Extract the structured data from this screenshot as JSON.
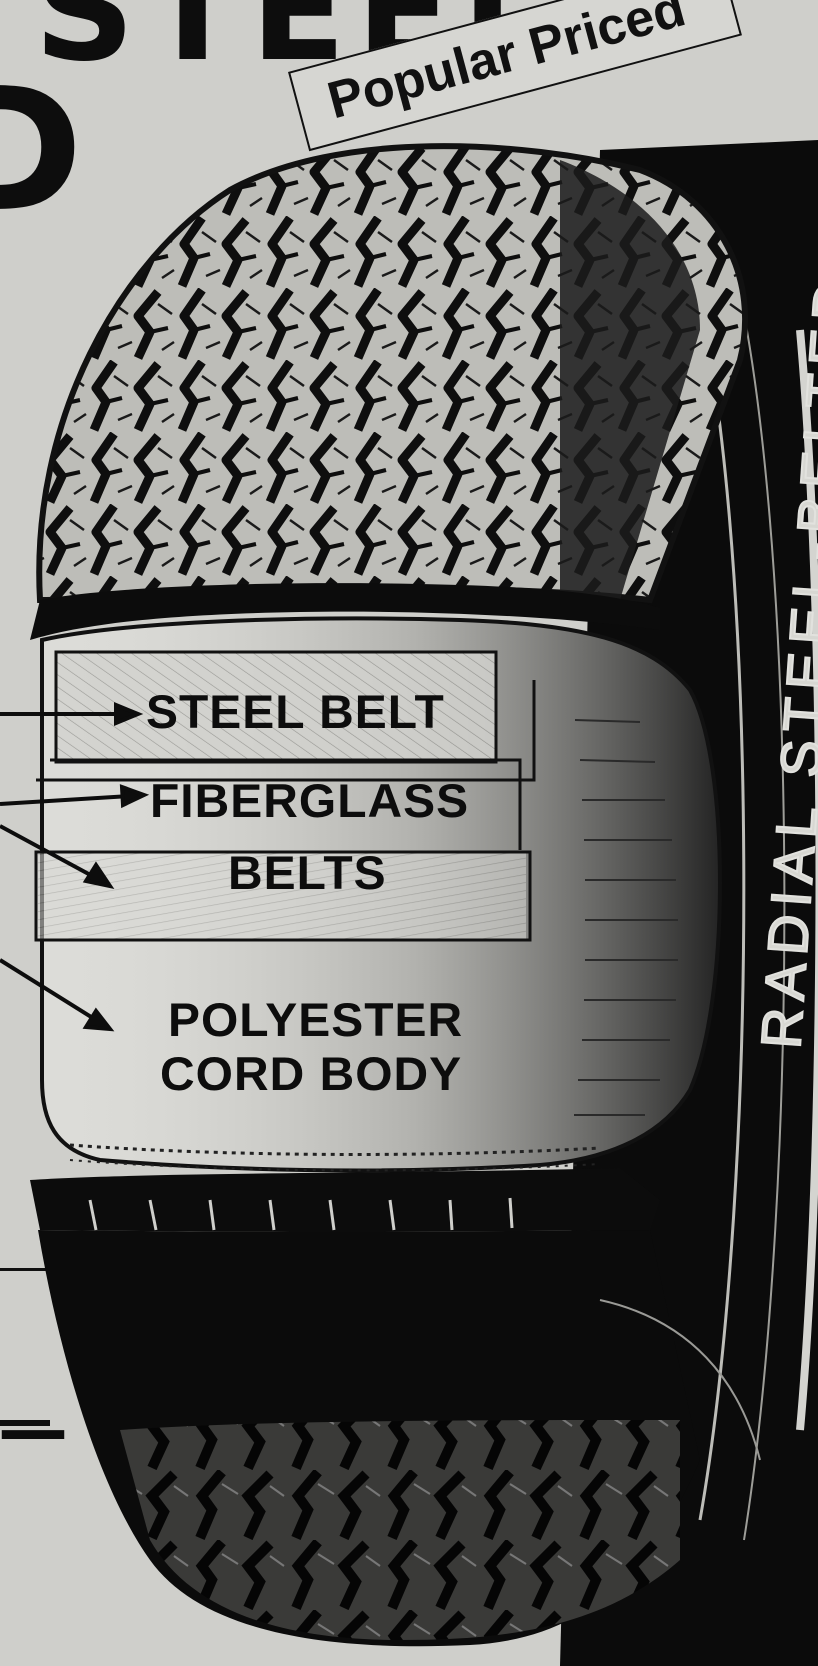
{
  "headline": {
    "fragment": "STEEL",
    "fragment2": "D"
  },
  "price_tag": {
    "text": "Popular Priced"
  },
  "labels": {
    "steel_belt": "STEEL BELT",
    "fiberglass": "FIBERGLASS",
    "belts": "BELTS",
    "polyester": "POLYESTER",
    "cord_body": "CORD BODY"
  },
  "sidewall": {
    "text": "RADIAL STEEL-BELTED"
  },
  "bottom_left": {
    "fragment": "—"
  },
  "colors": {
    "paper": "#cfcfcb",
    "ink": "#0d0d0d",
    "tire": "#111111",
    "tread_highlight": "#b8b8b3",
    "cutaway": "#dcdcd8"
  }
}
